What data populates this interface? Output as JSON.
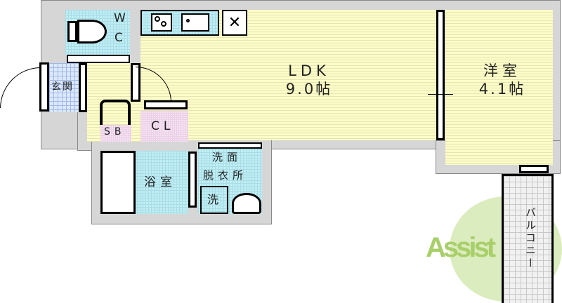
{
  "rooms": {
    "wc": {
      "line1": "W",
      "line2": "C"
    },
    "genkan": "玄関",
    "ldk": {
      "name": "LDK",
      "size": "9.0帖"
    },
    "western": {
      "name": "洋室",
      "size": "4.1帖"
    },
    "sb": "SB",
    "cl": "CL",
    "bath": "浴室",
    "washroom": {
      "line1": "洗面",
      "line2": "脱衣所"
    },
    "washer": "洗",
    "balcony": "バルコニー"
  },
  "watermark": {
    "text": "Assist",
    "color": "#a8cf6a",
    "accent": "#e8788a"
  },
  "colors": {
    "floor": "#fcfcc8",
    "wet": "#bfeef4",
    "storage": "#f6e2f3",
    "wall": "#d6d6d6"
  }
}
